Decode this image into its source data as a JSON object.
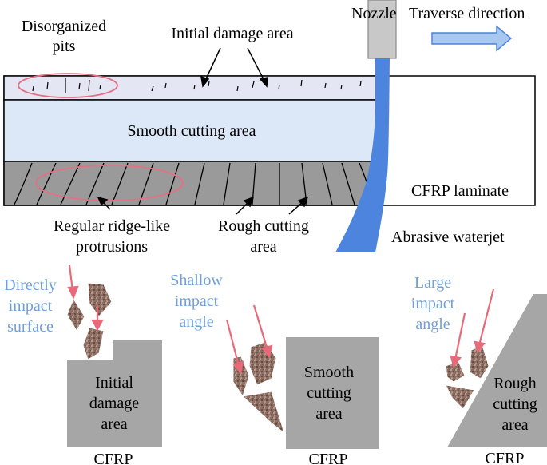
{
  "labels": {
    "nozzle": "Nozzle",
    "traverse_direction": "Traverse direction",
    "disorganized_pits_1": "Disorganized",
    "disorganized_pits_2": "pits",
    "initial_damage_area": "Initial damage area",
    "smooth_cutting_area": "Smooth cutting area",
    "cfrp_laminate": "CFRP laminate",
    "regular_ridge_1": "Regular ridge-like",
    "regular_ridge_2": "protrusions",
    "rough_cutting_1": "Rough cutting",
    "rough_cutting_2": "area",
    "abrasive_waterjet": "Abrasive waterjet"
  },
  "panels": [
    {
      "impact_text": [
        "Directly",
        "impact",
        "surface"
      ],
      "block_text": [
        "Initial",
        "damage",
        "area"
      ],
      "material": "CFRP"
    },
    {
      "impact_text": [
        "Shallow",
        "impact",
        "angle"
      ],
      "block_text": [
        "Smooth",
        "cutting",
        "area"
      ],
      "material": "CFRP"
    },
    {
      "impact_text": [
        "Large",
        "impact",
        "angle"
      ],
      "block_text": [
        "Rough",
        "cutting",
        "area"
      ],
      "material": "CFRP"
    }
  ],
  "colors": {
    "initial_layer": "#e4e6f4",
    "smooth_layer": "#dce8f8",
    "rough_layer": "#9a9a9a",
    "jet": "#4d84de",
    "nozzle": "#c8c8c8",
    "arrow_fill": "#a8c8f0",
    "ellipse": "#e57085",
    "impact_arrow": "#e86a7a",
    "impact_text": "#6f9fdc",
    "block": "#a6a6a6",
    "particle": "#8a6a5c"
  }
}
